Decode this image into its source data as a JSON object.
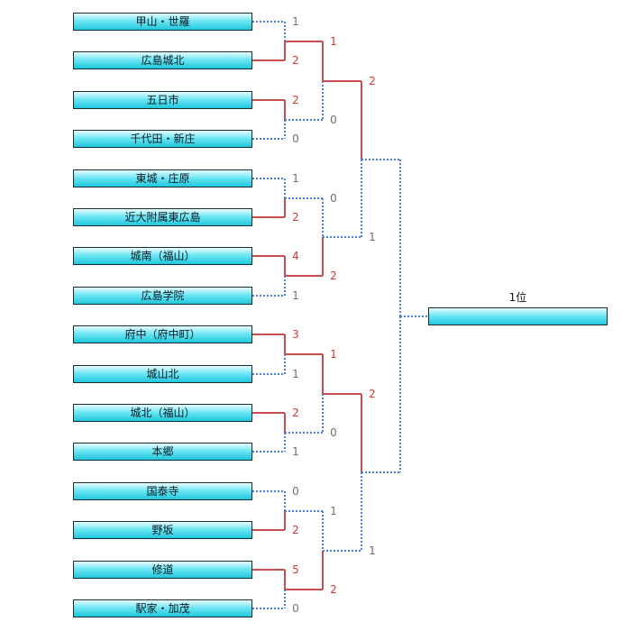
{
  "teams": [
    "甲山・世羅",
    "広島城北",
    "五日市",
    "千代田・新庄",
    "東城・庄原",
    "近大附属東広島",
    "城南（福山）",
    "広島学院",
    "府中（府中町）",
    "城山北",
    "城北（福山）",
    "本郷",
    "国泰寺",
    "野坂",
    "修道",
    "駅家・加茂"
  ],
  "rounds": [
    {
      "matches": [
        {
          "a": 0,
          "b": 1,
          "scores": [
            "1",
            "2"
          ],
          "winner": "b"
        },
        {
          "a": 2,
          "b": 3,
          "scores": [
            "2",
            "0"
          ],
          "winner": "a"
        },
        {
          "a": 4,
          "b": 5,
          "scores": [
            "1",
            "2"
          ],
          "winner": "b"
        },
        {
          "a": 6,
          "b": 7,
          "scores": [
            "4",
            "1"
          ],
          "winner": "a"
        },
        {
          "a": 8,
          "b": 9,
          "scores": [
            "3",
            "1"
          ],
          "winner": "a"
        },
        {
          "a": 10,
          "b": 11,
          "scores": [
            "2",
            "1"
          ],
          "winner": "a"
        },
        {
          "a": 12,
          "b": 13,
          "scores": [
            "0",
            "2"
          ],
          "winner": "b"
        },
        {
          "a": 14,
          "b": 15,
          "scores": [
            "5",
            "0"
          ],
          "winner": "a"
        }
      ]
    },
    {
      "matches": [
        {
          "scores": [
            "1",
            "0"
          ],
          "winner": "a"
        },
        {
          "scores": [
            "0",
            "2"
          ],
          "winner": "b"
        },
        {
          "scores": [
            "1",
            "0"
          ],
          "winner": "a"
        },
        {
          "scores": [
            "1",
            "2"
          ],
          "winner": "b"
        }
      ]
    },
    {
      "matches": [
        {
          "scores": [
            "2",
            "1"
          ],
          "winner": "a"
        },
        {
          "scores": [
            "2",
            "1"
          ],
          "winner": "a"
        }
      ]
    },
    {
      "matches": [
        {
          "scores": [
            "",
            ""
          ],
          "winner": ""
        }
      ]
    }
  ],
  "champion": {
    "label": "1位",
    "name": ""
  },
  "colors": {
    "win_line": "#c84d4d",
    "lose_line": "#4a7fe0",
    "win_score": "#d03838",
    "lose_score": "#707070"
  }
}
